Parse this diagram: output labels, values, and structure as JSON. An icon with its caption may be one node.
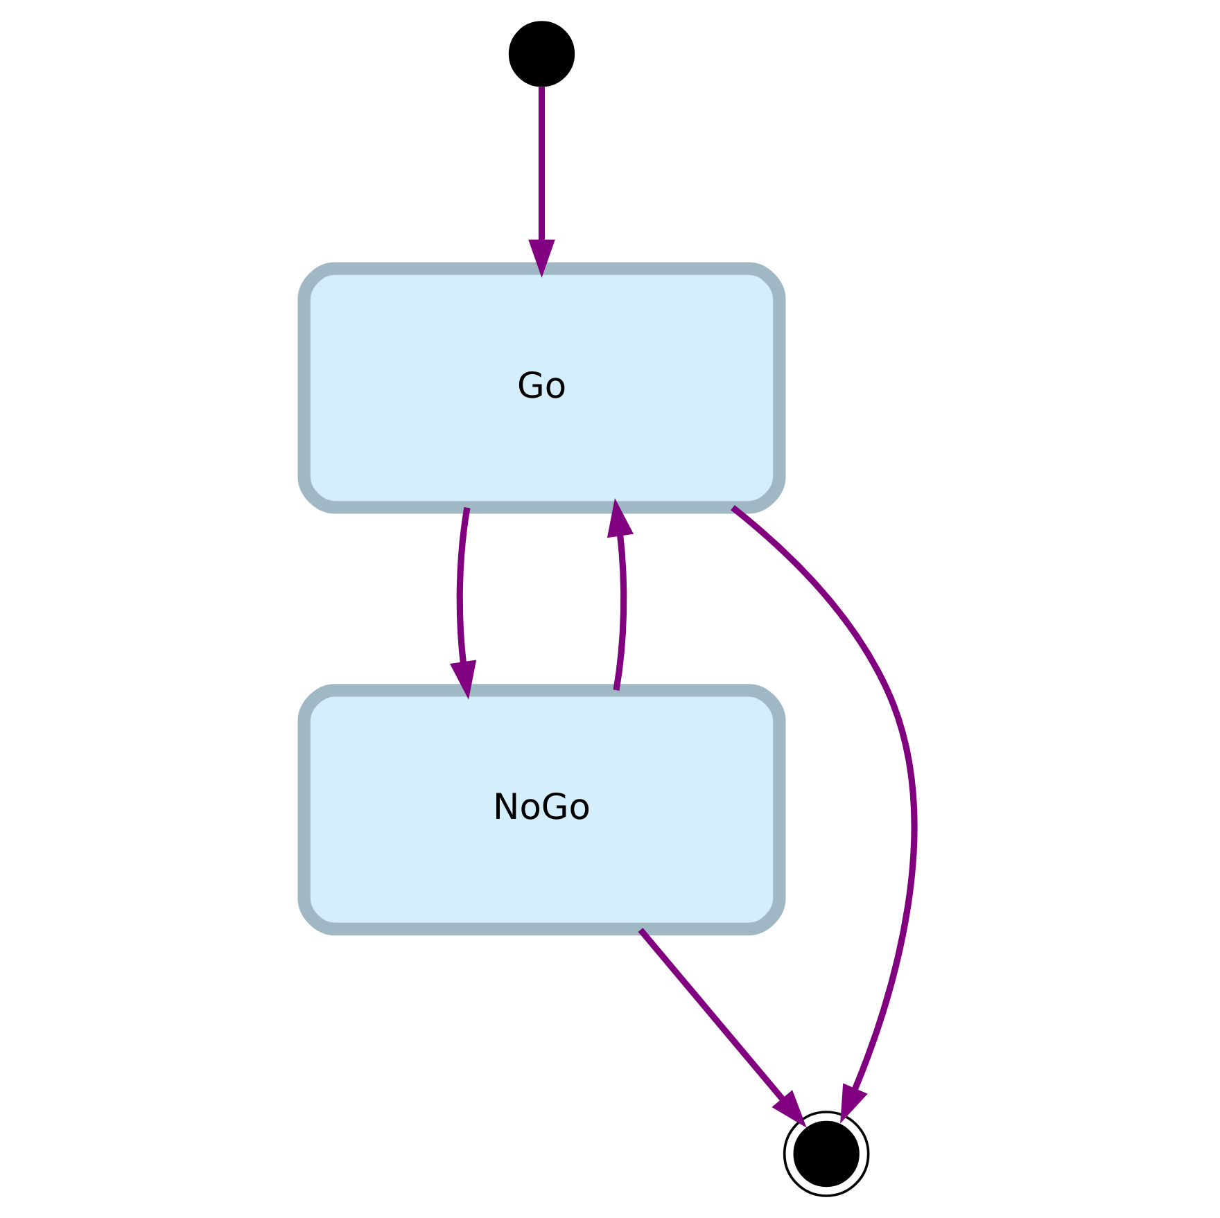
{
  "diagram": {
    "nodes": [
      {
        "text": [],
        "shape": "circle"
      },
      {
        "text": [
          "Go"
        ]
      },
      {
        "text": [
          "NoGo"
        ]
      },
      {
        "text": [],
        "shape": "circle"
      }
    ],
    "edges": [
      {
        "from": 0,
        "to": 1,
        "arrow": "to"
      },
      {
        "from": 1,
        "to": 2,
        "arrow": "to"
      },
      {
        "from": 2,
        "to": 1,
        "arrow": "to"
      },
      {
        "from": 1,
        "to": 3,
        "arrow": "to"
      },
      {
        "from": 2,
        "to": 3,
        "arrow": "to"
      }
    ]
  }
}
